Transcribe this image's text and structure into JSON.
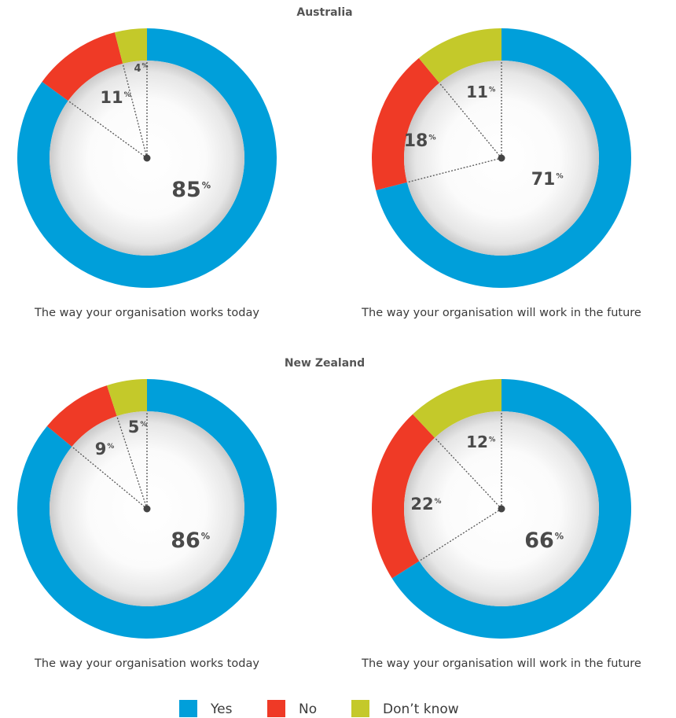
{
  "colors": {
    "yes": "#009fda",
    "no": "#ef3a26",
    "dont_know": "#c4c92a"
  },
  "legend": [
    {
      "key": "yes",
      "label": "Yes"
    },
    {
      "key": "no",
      "label": "No"
    },
    {
      "key": "dont_know",
      "label": "Don’t know"
    }
  ],
  "chart_data": [
    {
      "type": "pie",
      "group": "Australia",
      "caption": "The way your organisation works today",
      "categories": [
        "Yes",
        "No",
        "Don’t know"
      ],
      "values": [
        85,
        11,
        4
      ],
      "labels": [
        "85",
        "11",
        "4"
      ],
      "unit": "%"
    },
    {
      "type": "pie",
      "group": "Australia",
      "caption": "The way your organisation will work in the future",
      "categories": [
        "Yes",
        "No",
        "Don’t know"
      ],
      "values": [
        71,
        18,
        11
      ],
      "labels": [
        "71",
        "18",
        "11"
      ],
      "unit": "%"
    },
    {
      "type": "pie",
      "group": "New Zealand",
      "caption": "The way your organisation works today",
      "categories": [
        "Yes",
        "No",
        "Don’t know"
      ],
      "values": [
        86,
        9,
        5
      ],
      "labels": [
        "86",
        "9",
        "5"
      ],
      "unit": "%"
    },
    {
      "type": "pie",
      "group": "New Zealand",
      "caption": "The way your organisation will work in the future",
      "categories": [
        "Yes",
        "No",
        "Don’t know"
      ],
      "values": [
        66,
        22,
        12
      ],
      "labels": [
        "66",
        "22",
        "12"
      ],
      "unit": "%"
    }
  ]
}
